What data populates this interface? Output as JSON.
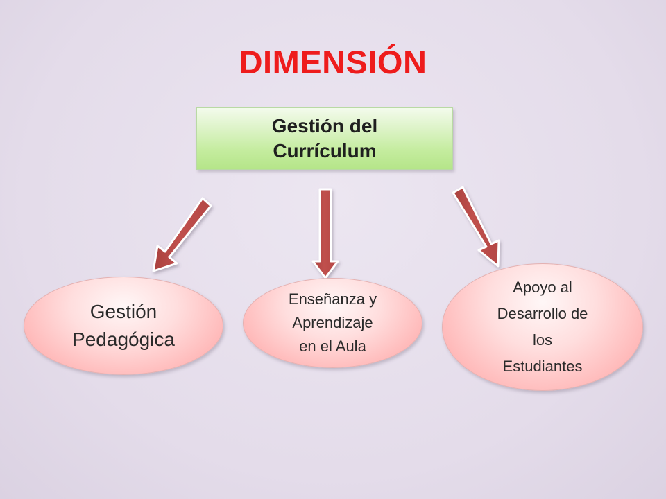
{
  "title": "DIMENSIÓN",
  "root": {
    "lines": [
      "Gestión del",
      "Currículum"
    ]
  },
  "nodes": [
    {
      "lines": [
        "Gestión",
        "Pedagógica"
      ]
    },
    {
      "lines": [
        "Enseñanza y",
        "Aprendizaje",
        "en el Aula"
      ]
    },
    {
      "lines": [
        "Apoyo al",
        "Desarrollo de",
        "los",
        "Estudiantes"
      ]
    }
  ],
  "colors": {
    "title": "#ee1c1c",
    "root_fill": "#c4ec9e",
    "node_fill": "#ffbaba",
    "arrow_fill": "#c0504d",
    "background": "#e6dfec"
  },
  "icons": [
    "down-left-arrow-icon",
    "down-arrow-icon",
    "down-right-arrow-icon"
  ]
}
